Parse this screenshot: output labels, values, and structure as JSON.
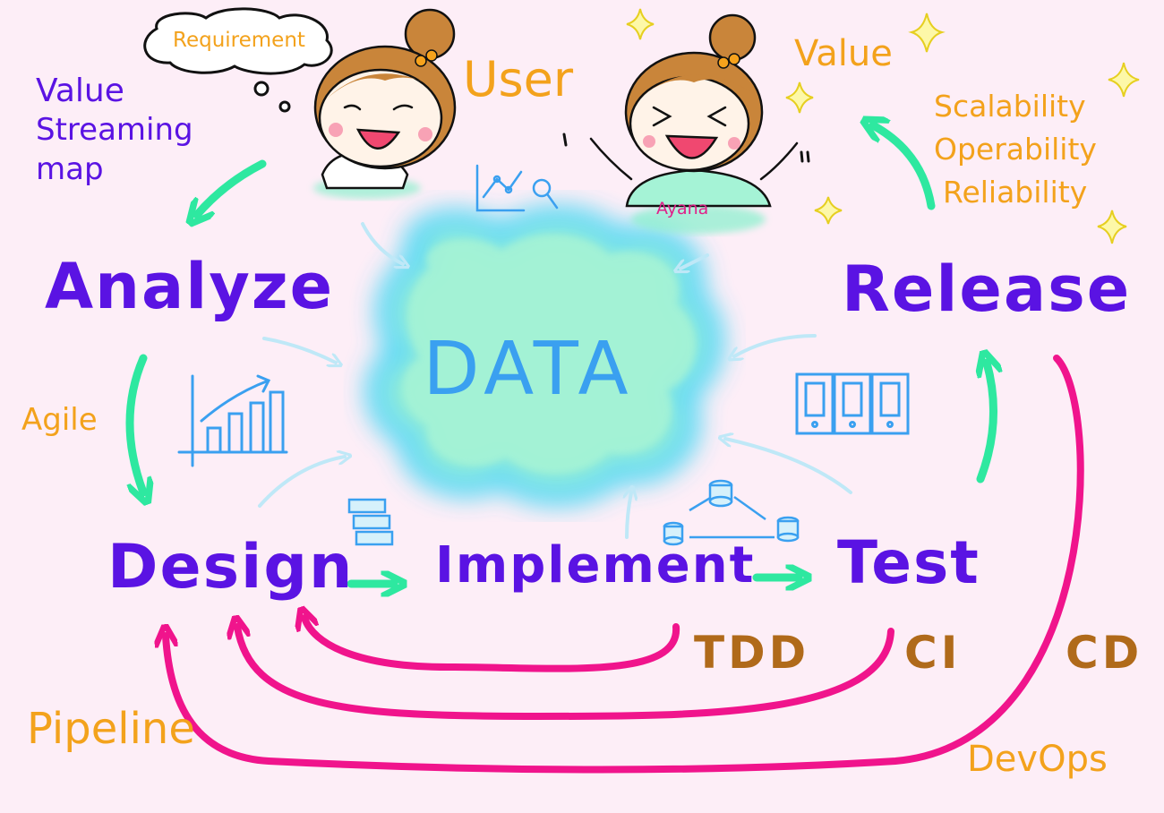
{
  "center": {
    "label": "DATA"
  },
  "stages": {
    "analyze": "Analyze",
    "design": "Design",
    "implement": "Implement",
    "test": "Test",
    "release": "Release"
  },
  "notes": {
    "requirement": "Requirement",
    "user": "User",
    "value_top": "Value",
    "value_streaming": [
      "Value",
      "Streaming",
      "map"
    ],
    "agile": "Agile",
    "qualities": [
      "Scalability",
      "Operability",
      "Reliability"
    ],
    "pipeline": "Pipeline",
    "devops": "DevOps",
    "tdd": "TDD",
    "ci": "CI",
    "cd": "CD",
    "ayana": "Ayana"
  },
  "colors": {
    "background": "#fdeef7",
    "stage_text": "#5a13e3",
    "note_text": "#f3a21c",
    "loop_arrows": "#f0148c",
    "flow_arrows": "#2ee8a0",
    "data_text": "#3aa0f0",
    "light_arrows": "#bfe8f7",
    "loop_labels": "#b06a1a"
  }
}
